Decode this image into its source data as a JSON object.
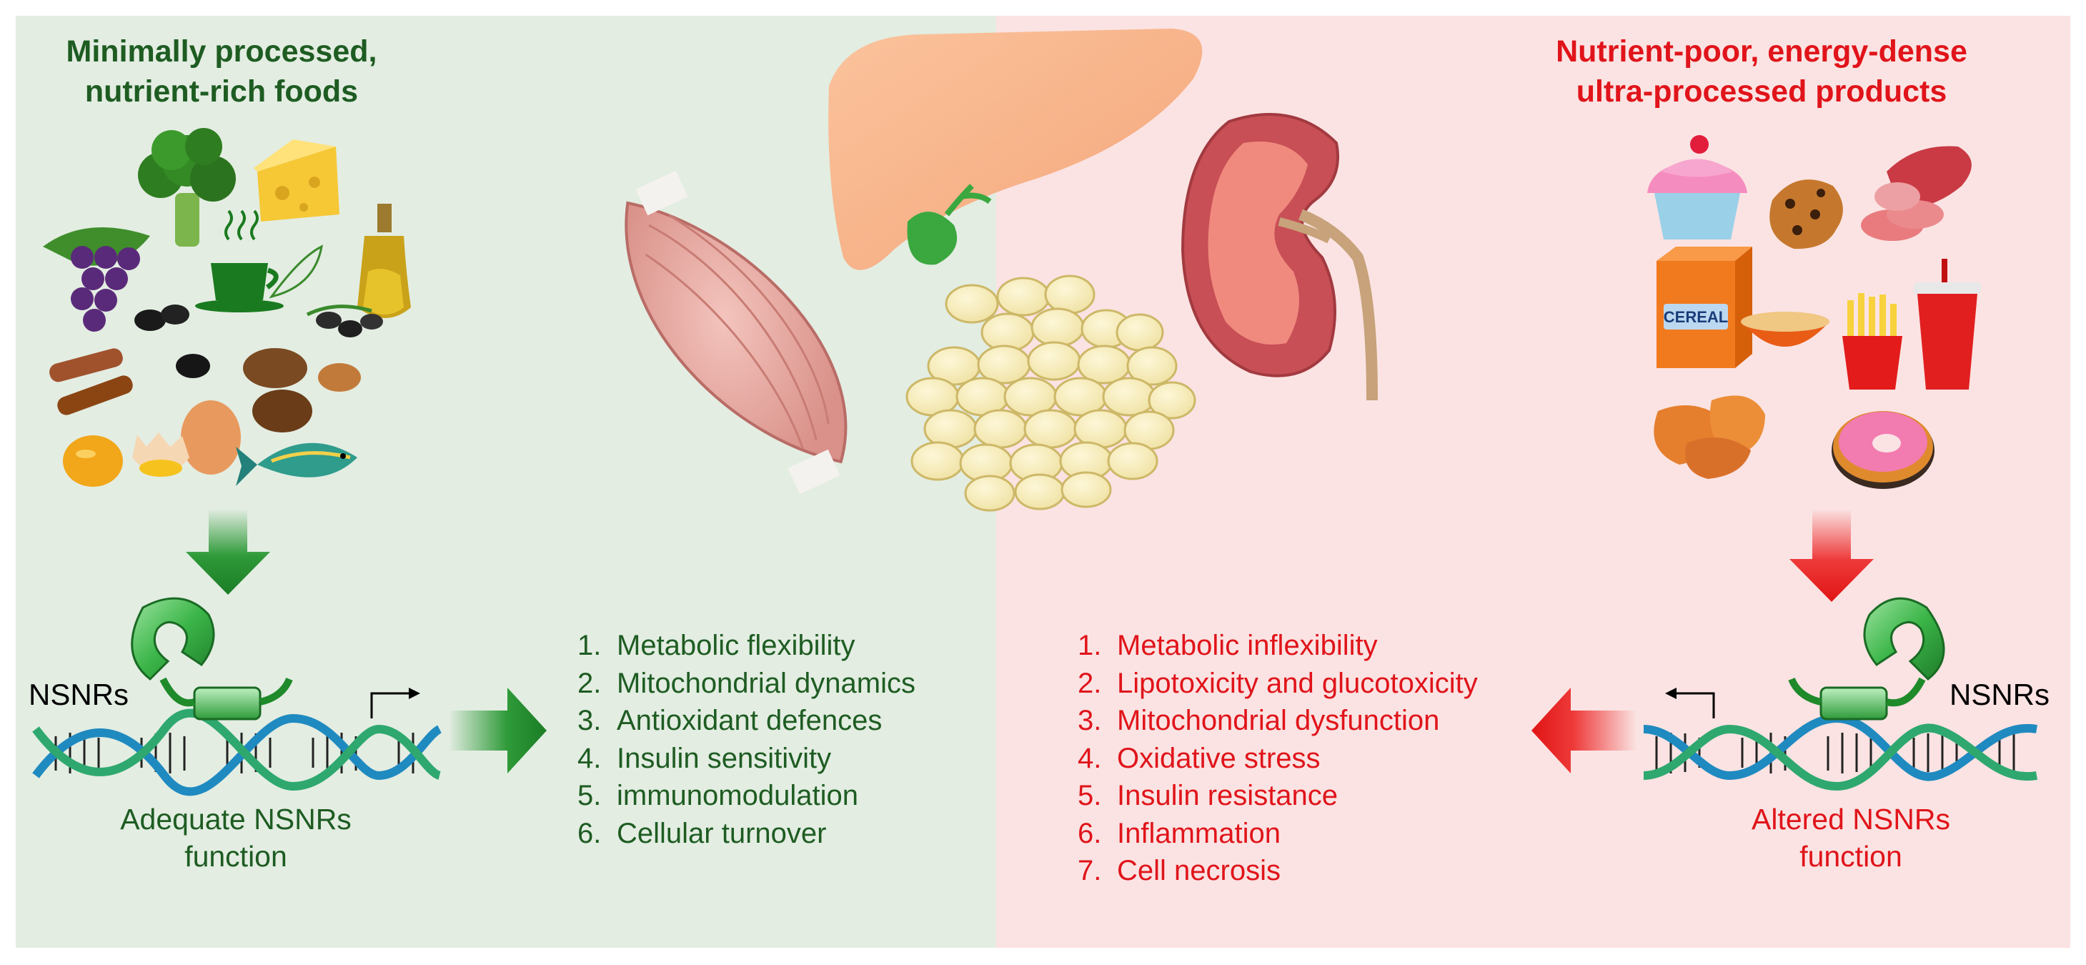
{
  "colors": {
    "healthy_bg": "#e3ede2",
    "unhealthy_bg": "#fbe3e3",
    "healthy_text": "#1e5c22",
    "unhealthy_text": "#e0141a",
    "healthy_arrow": "#1f8a2a",
    "unhealthy_arrow": "#e81e1e",
    "receptor_green": "#2fa33c"
  },
  "left_panel": {
    "title_line1": "Minimally processed,",
    "title_line2": "nutrient-rich foods",
    "receptor_label": "NSNRs",
    "caption_line1": "Adequate NSNRs",
    "caption_line2": "function",
    "outcomes": [
      {
        "num": "1.",
        "text": "Metabolic flexibility"
      },
      {
        "num": "2.",
        "text": "Mitochondrial dynamics"
      },
      {
        "num": "3.",
        "text": "Antioxidant defences"
      },
      {
        "num": "4.",
        "text": "Insulin sensitivity"
      },
      {
        "num": "5.",
        "text": "immunomodulation"
      },
      {
        "num": "6.",
        "text": "Cellular turnover"
      }
    ]
  },
  "right_panel": {
    "title_line1": "Nutrient-poor, energy-dense",
    "title_line2": "ultra-processed products",
    "receptor_label": "NSNRs",
    "caption_line1": "Altered NSNRs",
    "caption_line2": "function",
    "cereal_label": "CEREAL",
    "outcomes": [
      {
        "num": "1.",
        "text": "Metabolic inflexibility"
      },
      {
        "num": "2.",
        "text": "Lipotoxicity and glucotoxicity"
      },
      {
        "num": "3.",
        "text": "Mitochondrial dysfunction"
      },
      {
        "num": "4.",
        "text": "Oxidative stress"
      },
      {
        "num": "5.",
        "text": "Insulin resistance"
      },
      {
        "num": "6.",
        "text": "Inflammation"
      },
      {
        "num": "7.",
        "text": "Cell necrosis"
      }
    ]
  },
  "icons": {
    "healthy_foods": [
      "broccoli-icon",
      "cheese-icon",
      "grapes-icon",
      "green-tea-icon",
      "olive-oil-icon",
      "black-beans-icon",
      "olives-icon",
      "cinnamon-icon",
      "pecans-icon",
      "egg-icon",
      "fish-icon",
      "soybean-icon"
    ],
    "processed_foods": [
      "cupcake-icon",
      "cookie-icon",
      "salami-icon",
      "cereal-box-icon",
      "cereal-bowl-icon",
      "fries-icon",
      "soda-cup-icon",
      "chicken-nuggets-icon",
      "donut-icon"
    ],
    "organs": [
      "liver-icon",
      "gallbladder-icon",
      "muscle-icon",
      "adipocytes-icon",
      "kidney-icon"
    ]
  }
}
